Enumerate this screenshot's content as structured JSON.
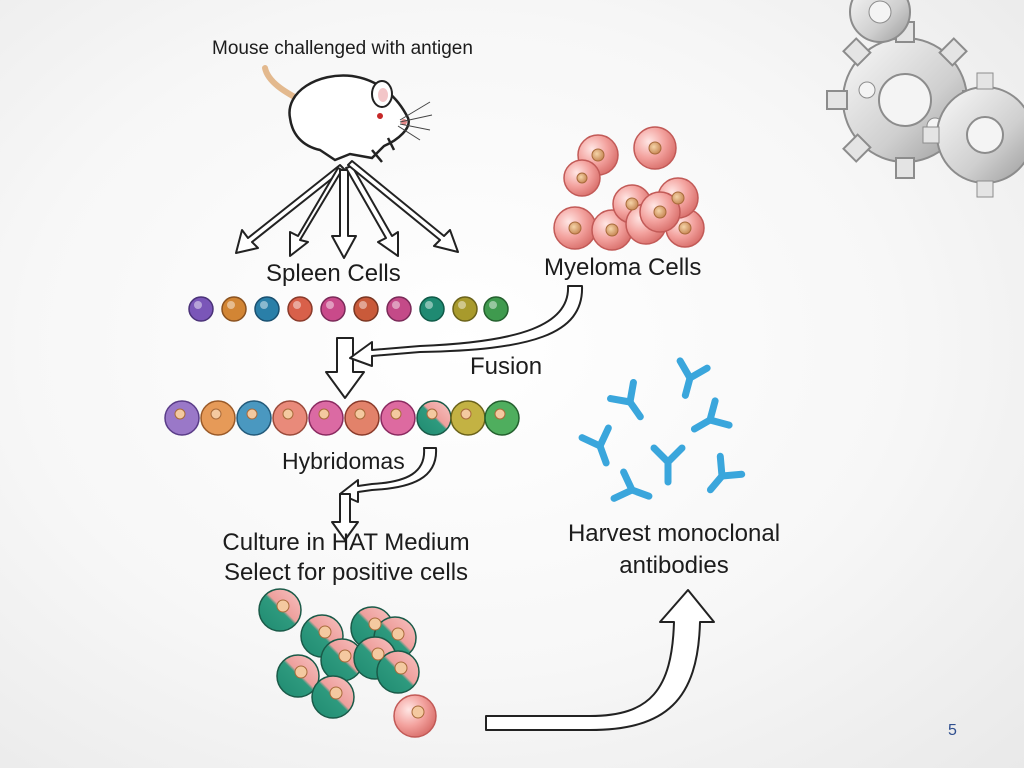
{
  "labels": {
    "mouse": "Mouse challenged with antigen",
    "spleen_cells": "Spleen Cells",
    "myeloma_cells": "Myeloma Cells",
    "fusion": "Fusion",
    "hybridomas": "Hybridomas",
    "culture_line1": "Culture in HAT Medium",
    "culture_line2": "Select for positive cells",
    "harvest_line1": "Harvest monoclonal",
    "harvest_line2": "antibodies"
  },
  "page_number": "5",
  "icons": [
    "mouse-icon",
    "gears-icon",
    "antibody-icon"
  ],
  "colors": {
    "spleen": [
      "#7a56b8",
      "#d28534",
      "#2a7fa8",
      "#d8604a",
      "#c94a8a",
      "#c95a3a",
      "#c44a88",
      "#1f8a72",
      "#a89a2c",
      "#3f9a4e"
    ],
    "myeloma": "#ef9a96",
    "antibody": "#3aa6dc",
    "selected_teal": "#2e9a7e",
    "selected_pink": "#ee9999"
  }
}
